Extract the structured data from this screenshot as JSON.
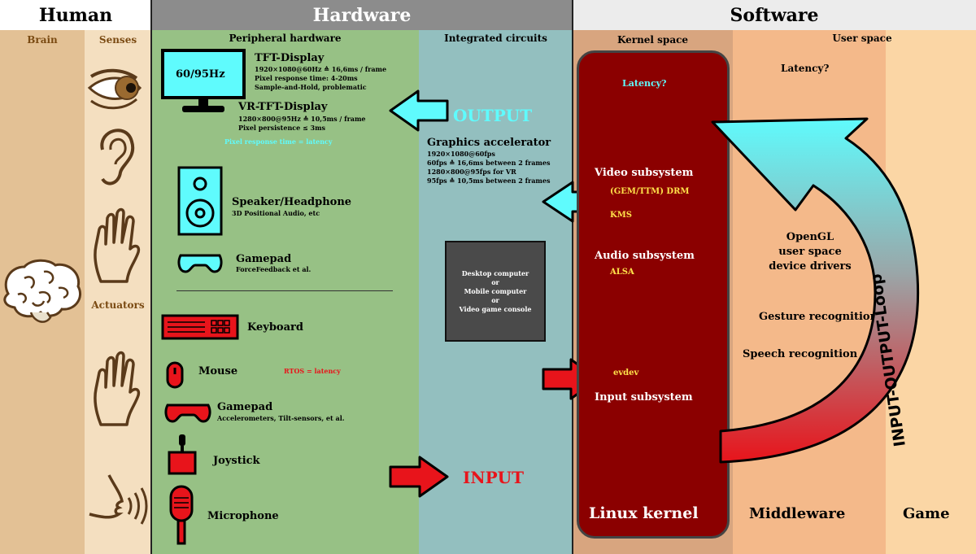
{
  "header": {
    "human": "Human",
    "hardware": "Hardware",
    "software": "Software"
  },
  "columns": {
    "brain": "Brain",
    "senses": "Senses",
    "actuators": "Actuators",
    "peripheral": "Peripheral hardware",
    "integrated": "Integrated circuits",
    "kernel_space": "Kernel space",
    "user_space": "User space"
  },
  "monitor_label": "60/95Hz",
  "tft": {
    "title": "TFT-Display",
    "lines": [
      "1920×1080@60Hz ≙ 16,6ms / frame",
      "Pixel response time: 4-20ms",
      "Sample-and-Hold, problematic"
    ]
  },
  "vr": {
    "title": "VR-TFT-Display",
    "lines": [
      "1280×800@95Hz ≙ 10,5ms / frame",
      "Pixel persistence ≤ 3ms"
    ]
  },
  "pixel_latency": "Pixel response time = latency",
  "speaker": {
    "title": "Speaker/Headphone",
    "sub": "3D Positional Audio, etc"
  },
  "gamepad_out": {
    "title": "Gamepad",
    "sub": "ForceFeedback et al."
  },
  "keyboard": "Keyboard",
  "mouse": "Mouse",
  "rtos": "RTOS = latency",
  "gamepad_in": {
    "title": "Gamepad",
    "sub": "Accelerometers, Tilt-sensors, et al."
  },
  "joystick": "Joystick",
  "microphone": "Microphone",
  "output_label": "OUTPUT",
  "input_label": "INPUT",
  "graphics": {
    "title": "Graphics accelerator",
    "lines": [
      "1920×1080@60fps",
      "60fps ≙ 16,6ms between 2 frames",
      "1280×800@95fps for VR",
      "95fps ≙ 10,5ms between 2 frames"
    ]
  },
  "computer": [
    "Desktop computer",
    "or",
    "Mobile computer",
    "or",
    "Video game console"
  ],
  "kernel": {
    "latency": "Latency?",
    "video": "Video subsystem",
    "drm": "(GEM/TTM) DRM",
    "kms": "KMS",
    "audio": "Audio subsystem",
    "alsa": "ALSA",
    "evdev": "evdev",
    "input": "Input subsystem",
    "title": "Linux kernel"
  },
  "userspace": {
    "latency": "Latency?",
    "opengl": [
      "OpenGL",
      "user space",
      "device drivers"
    ],
    "gesture": "Gesture recognition",
    "speech": "Speech recognition",
    "middleware": "Middleware",
    "game": "Game"
  },
  "loop_label": "INPUT-OUTPUT-Loop",
  "colors": {
    "brain_col": "#e3c195",
    "senses_col": "#f4dfc0",
    "peripheral_col": "#97c185",
    "integrated_col": "#93bfbf",
    "kernel_col": "#d8a57f",
    "middleware_col": "#f4b98a",
    "game_col": "#fbd6a5",
    "kernel_box": "#8b0000",
    "cyan": "#5ffbfd",
    "red": "#e8141b"
  }
}
